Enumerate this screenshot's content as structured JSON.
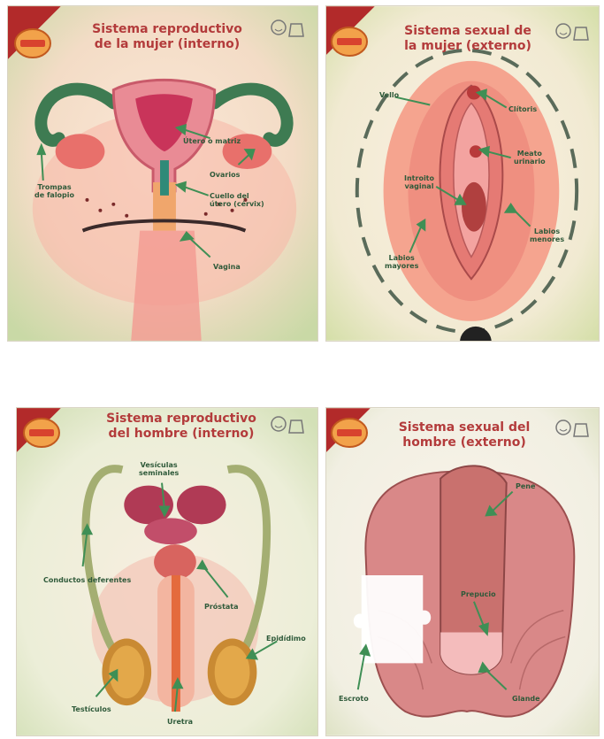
{
  "cards": [
    {
      "title_line1": "Sistema reproductivo",
      "title_line2": "de la mujer (interno)",
      "labels": {
        "trompas_1": "Trompas",
        "trompas_2": "de falopio",
        "utero": "Útero o matriz",
        "ovarios": "Ovarios",
        "cuello_1": "Cuello del",
        "cuello_2": "útero (cérvix)",
        "vagina": "Vagina"
      }
    },
    {
      "title_line1": "Sistema sexual de",
      "title_line2": "la mujer (externo)",
      "labels": {
        "vello": "Vello",
        "clitoris": "Clítoris",
        "uretra_1": "Meato",
        "uretra_2": "urinario",
        "introito_1": "Introito",
        "introito_2": "vaginal",
        "labios_menores_1": "Labios",
        "labios_menores_2": "menores",
        "labios_mayores_1": "Labios",
        "labios_mayores_2": "mayores"
      }
    },
    {
      "title_line1": "Sistema reproductivo",
      "title_line2": "del hombre (interno)",
      "labels": {
        "vesiculas_1": "Vesículas",
        "vesiculas_2": "seminales",
        "conductos": "Conductos deferentes",
        "prostata": "Próstata",
        "epididimo": "Epidídimo",
        "testiculos": "Testículos",
        "uretra": "Uretra"
      }
    },
    {
      "title_line1": "Sistema sexual del",
      "title_line2": "hombre (externo)",
      "labels": {
        "pene": "Pene",
        "prepucio": "Prepucio",
        "escroto": "Escroto",
        "glande": "Glande"
      }
    }
  ],
  "colors": {
    "title": "#b33b3b",
    "label": "#2f5a3a",
    "arrow": "#3f8f55",
    "skin": "#f2b3a3",
    "organ": "#d9626a"
  }
}
